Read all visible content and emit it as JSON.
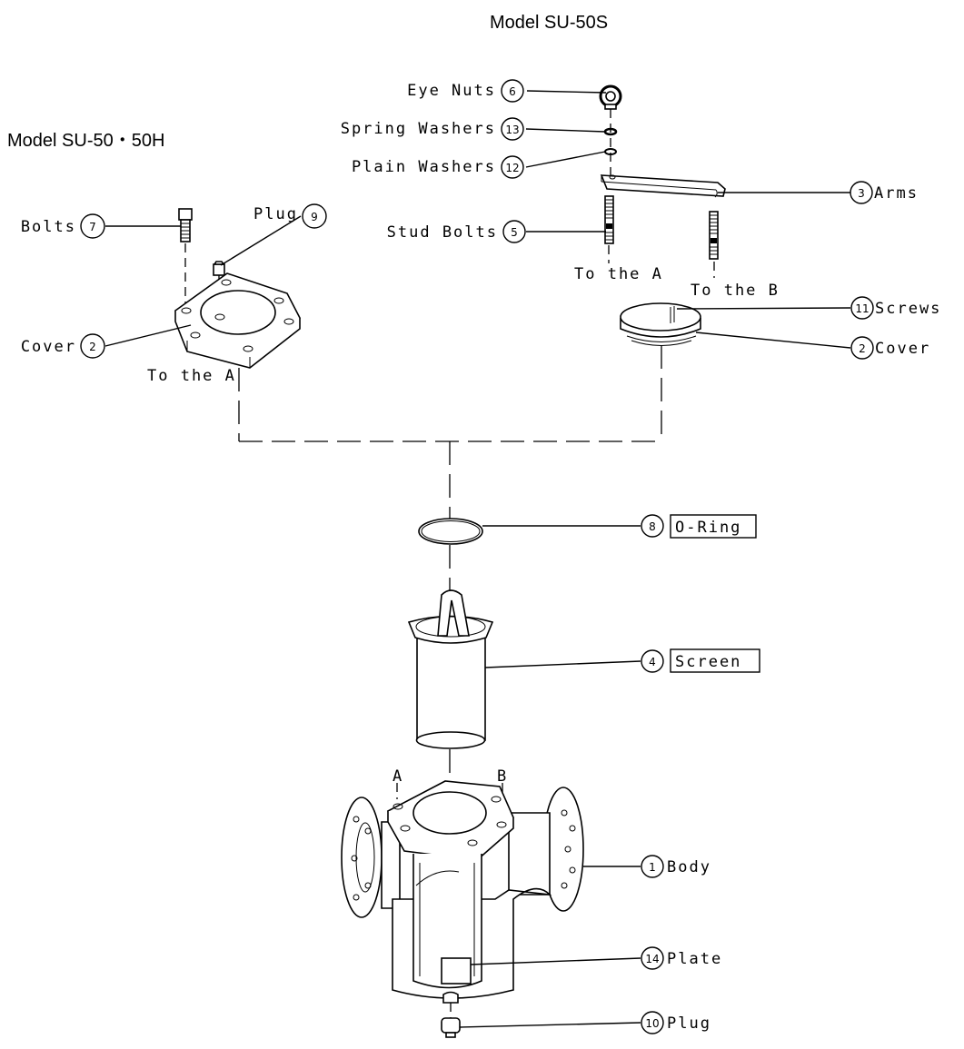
{
  "titles": {
    "model_s": "Model SU-50S",
    "model_h": "Model SU-50・50H"
  },
  "callouts": [
    {
      "id": "eye-nuts",
      "num": "6",
      "label": "Eye Nuts",
      "side": "left"
    },
    {
      "id": "spring-washers",
      "num": "13",
      "label": "Spring Washers",
      "side": "left"
    },
    {
      "id": "plain-washers",
      "num": "12",
      "label": "Plain Washers",
      "side": "left"
    },
    {
      "id": "arms",
      "num": "3",
      "label": "Arms",
      "side": "right"
    },
    {
      "id": "stud-bolts",
      "num": "5",
      "label": "Stud Bolts",
      "side": "left"
    },
    {
      "id": "bolts",
      "num": "7",
      "label": "Bolts",
      "side": "left"
    },
    {
      "id": "plug-top",
      "num": "9",
      "label": "Plug",
      "side": "left"
    },
    {
      "id": "cover-left",
      "num": "2",
      "label": "Cover",
      "side": "left"
    },
    {
      "id": "screws",
      "num": "11",
      "label": "Screws",
      "side": "right"
    },
    {
      "id": "cover-right",
      "num": "2",
      "label": "Cover",
      "side": "right"
    },
    {
      "id": "o-ring",
      "num": "8",
      "label": "O-Ring",
      "side": "right",
      "boxed": true
    },
    {
      "id": "screen",
      "num": "4",
      "label": "Screen",
      "side": "right",
      "boxed": true
    },
    {
      "id": "body",
      "num": "1",
      "label": "Body",
      "side": "right"
    },
    {
      "id": "plate",
      "num": "14",
      "label": "Plate",
      "side": "right"
    },
    {
      "id": "plug-bottom",
      "num": "10",
      "label": "Plug",
      "side": "right"
    }
  ],
  "refs": {
    "to_a_1": "To the A",
    "to_b": "To the B",
    "to_a_2": "To the A",
    "mark_a": "A",
    "mark_b": "B"
  }
}
